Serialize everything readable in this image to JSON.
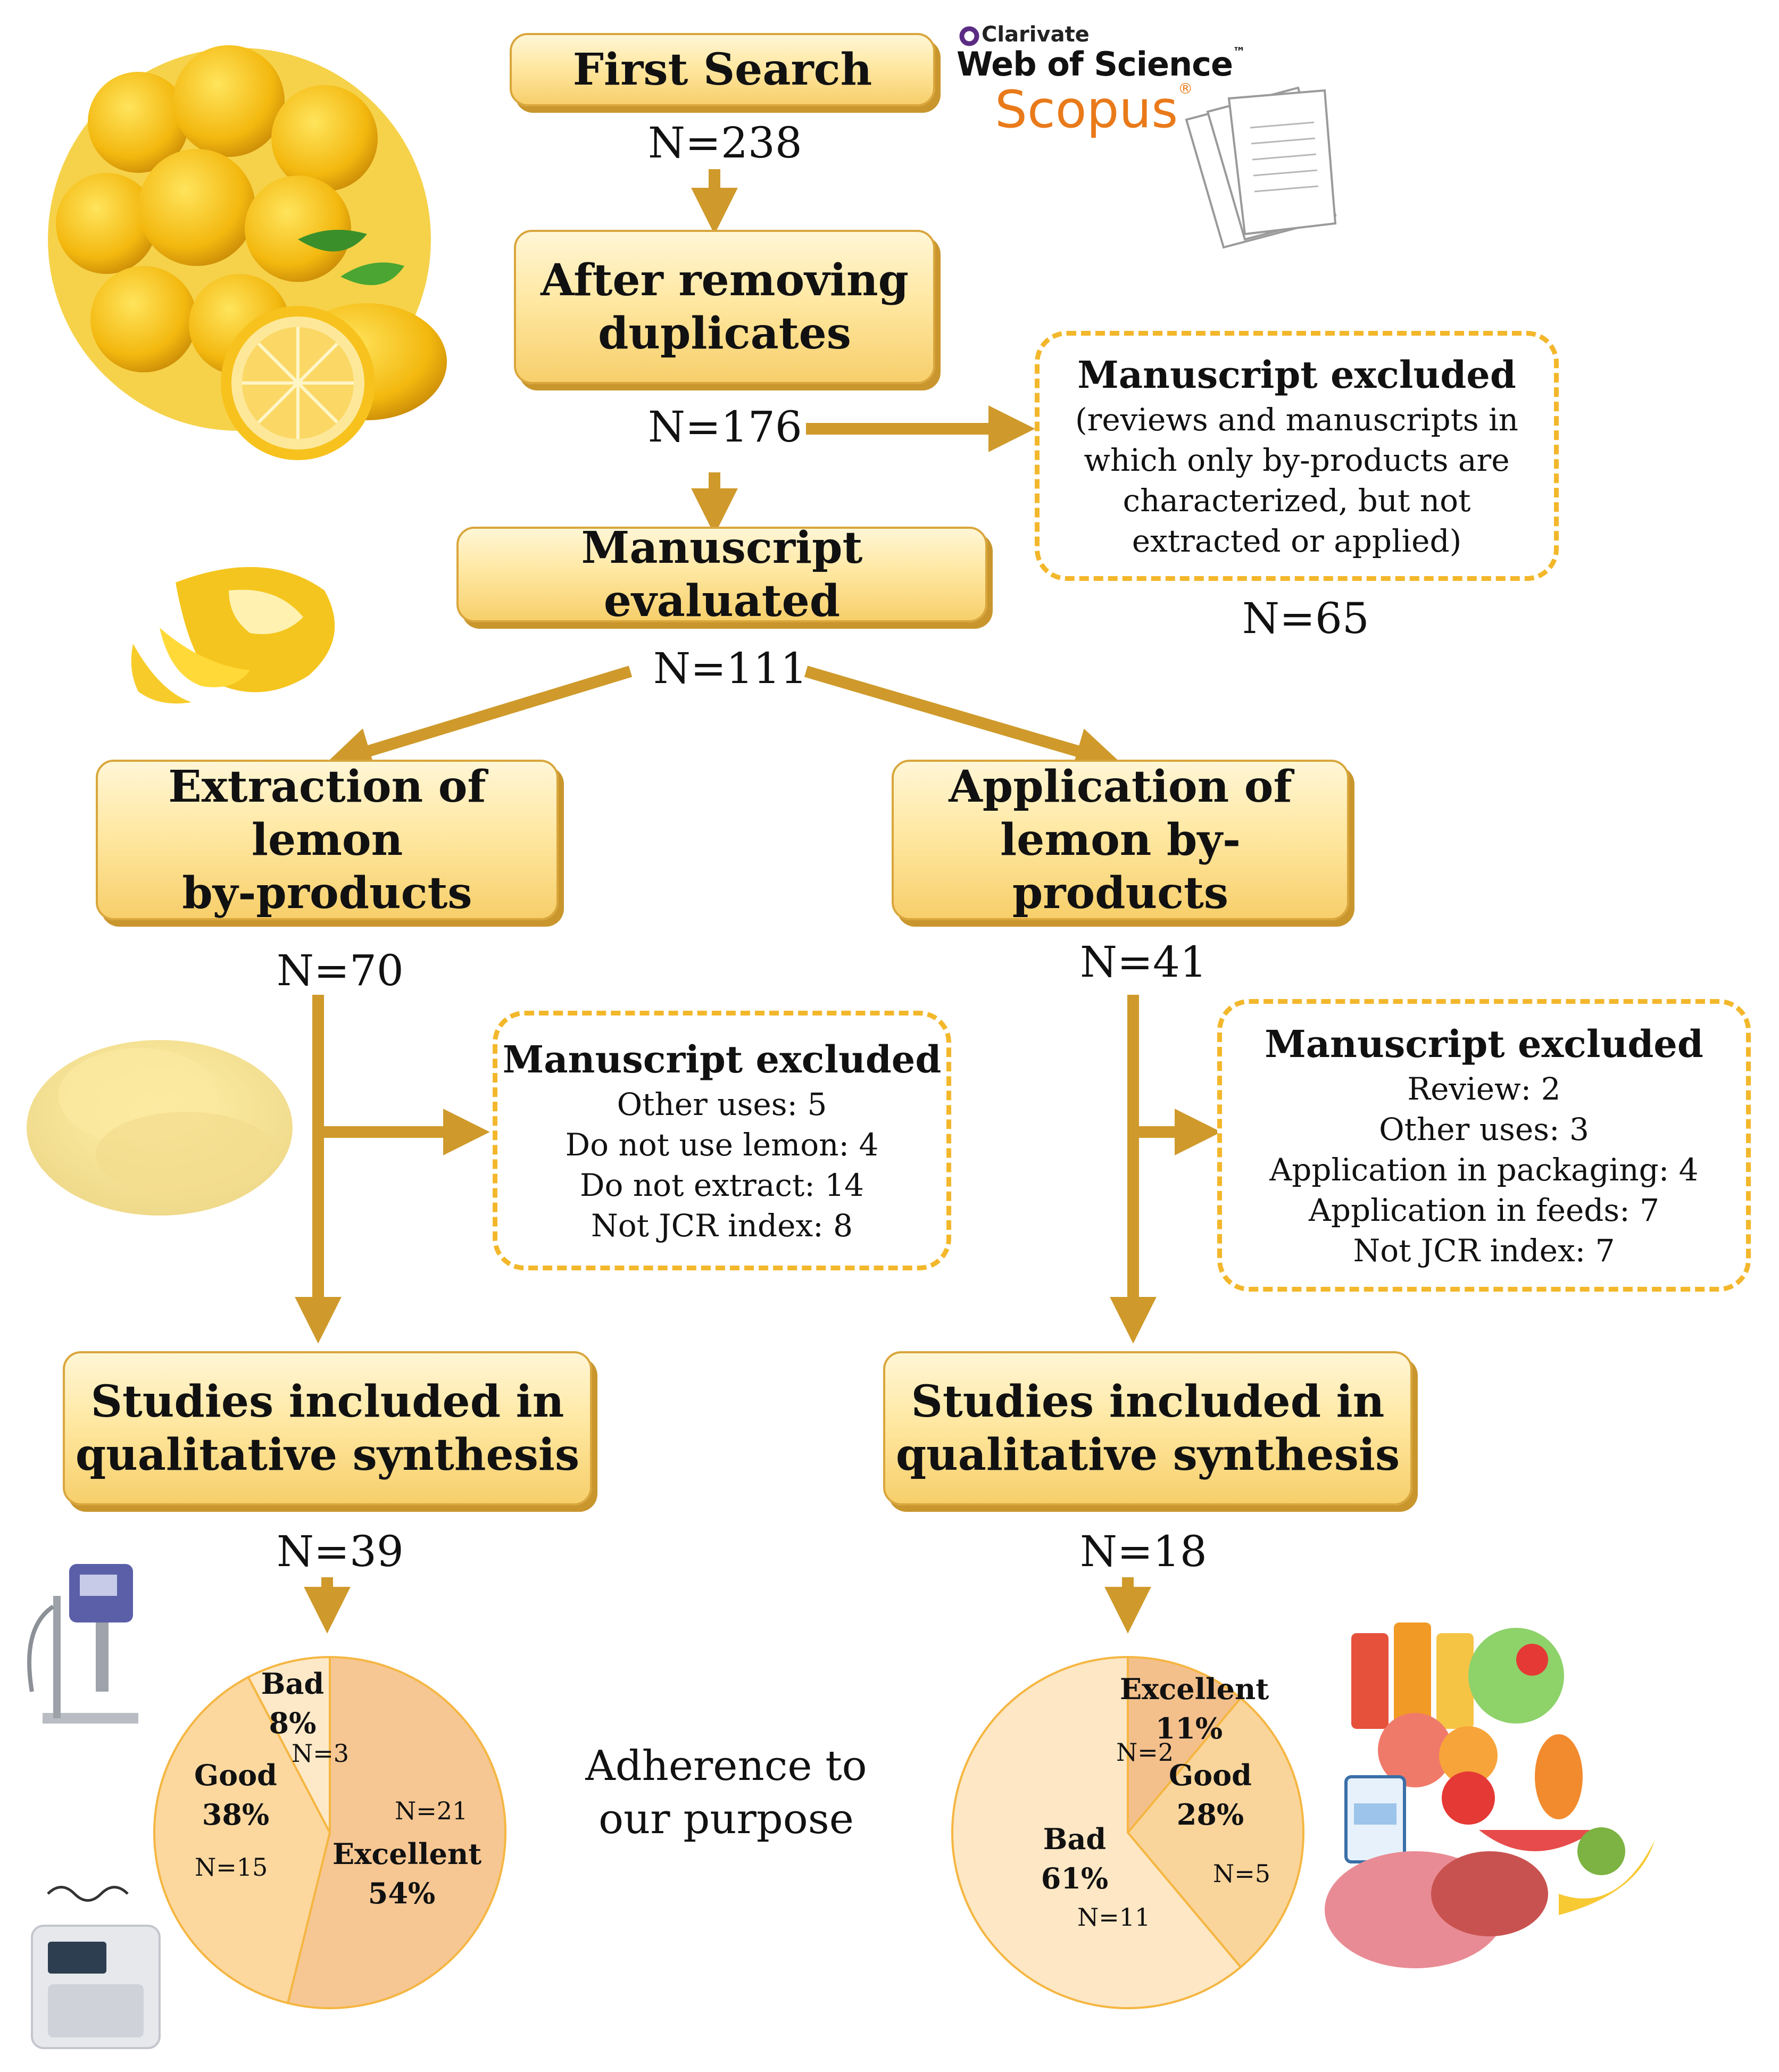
{
  "logos": {
    "clarivate": "Clarivate",
    "wos": "Web of Science",
    "wos_tm": "™",
    "scopus": "Scopus",
    "scopus_reg": "®"
  },
  "flow": {
    "first_search": "First Search",
    "n_first": "N=238",
    "after_dup_line1": "After removing",
    "after_dup_line2": "duplicates",
    "n_after_dup": "N=176",
    "excluded_top": {
      "title": "Manuscript excluded",
      "lines": [
        "(reviews and manuscripts in",
        "which only by-products are",
        "characterized, but not",
        "extracted or applied)"
      ],
      "n": "N=65"
    },
    "evaluated": "Manuscript evaluated",
    "n_evaluated": "N=111",
    "extraction_line1": "Extraction of lemon",
    "extraction_line2": "by-products",
    "n_extraction": "N=70",
    "application_line1": "Application of",
    "application_line2": "lemon by-products",
    "n_application": "N=41",
    "excluded_left": {
      "title": "Manuscript excluded",
      "lines": [
        "Other uses: 5",
        "Do not use lemon: 4",
        "Do not extract: 14",
        "Not JCR index: 8"
      ]
    },
    "excluded_right": {
      "title": "Manuscript excluded",
      "lines": [
        "Review: 2",
        "Other uses: 3",
        "Application in packaging: 4",
        "Application in feeds: 7",
        "Not JCR index: 7"
      ]
    },
    "studies_left_line1": "Studies included in",
    "studies_left_line2": "qualitative synthesis",
    "n_studies_left": "N=39",
    "studies_right_line1": "Studies included in",
    "studies_right_line2": "qualitative synthesis",
    "n_studies_right": "N=18",
    "adherence_line1": "Adherence to",
    "adherence_line2": "our purpose"
  },
  "chart_data": [
    {
      "type": "pie",
      "slices": [
        {
          "label": "Excellent",
          "percent": "54%",
          "n": "N=21",
          "value": 21,
          "color": "#f6c793"
        },
        {
          "label": "Good",
          "percent": "38%",
          "n": "N=15",
          "value": 15,
          "color": "#fcd89f"
        },
        {
          "label": "Bad",
          "percent": "8%",
          "n": "N=3",
          "value": 3,
          "color": "#fde9c8"
        }
      ]
    },
    {
      "type": "pie",
      "slices": [
        {
          "label": "Excellent",
          "percent": "11%",
          "n": "N=2",
          "value": 2,
          "color": "#f3c08c"
        },
        {
          "label": "Good",
          "percent": "28%",
          "n": "N=5",
          "value": 5,
          "color": "#fad59b"
        },
        {
          "label": "Bad",
          "percent": "61%",
          "n": "N=11",
          "value": 11,
          "color": "#fde7c4"
        }
      ]
    }
  ],
  "colors": {
    "arrow": "#cf9a2b",
    "dash": "#f3b72b",
    "box_border": "#d9a63c"
  },
  "icons": [
    "lemons-image",
    "lemon-peel-image",
    "lemon-powder-image",
    "homogenizer-image",
    "microwave-image",
    "food-collage-image",
    "document-stack-icon"
  ]
}
